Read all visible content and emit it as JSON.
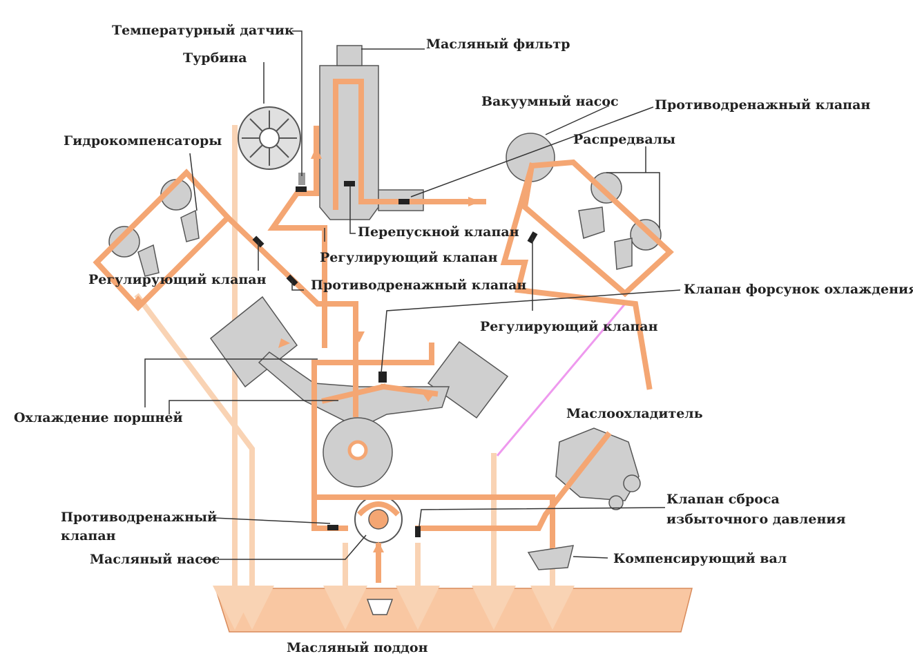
{
  "labels": {
    "temp_sensor": "Температурный датчик",
    "oil_filter": "Масляный фильтр",
    "turbine": "Турбина",
    "vacuum_pump": "Вакуумный насос",
    "anti_drain_valve_top": "Противодренажный клапан",
    "hydro_lifters": "Гидрокомпенсаторы",
    "camshafts": "Распредвалы",
    "bypass_valve": "Перепускной клапан",
    "regulating_valve_center": "Регулирующий клапан",
    "regulating_valve_left": "Регулирующий клапан",
    "anti_drain_valve_mid": "Противодренажный клапан",
    "cooling_nozzle_valve": "Клапан форсунок охлаждения",
    "regulating_valve_right": "Регулирующий клапан",
    "piston_cooling": "Охлаждение поршней",
    "oil_cooler": "Маслоохладитель",
    "anti_drain_valve_low_1": "Противодренажный",
    "anti_drain_valve_low_2": "клапан",
    "relief_valve_1": "Клапан сброса",
    "relief_valve_2": "избыточного давления",
    "oil_pump": "Масляный насос",
    "balance_shaft": "Компенсирующий вал",
    "oil_pan": "Масляный поддон"
  },
  "colors": {
    "pressure_line": "#f4a673",
    "return_line": "#f9d3b4",
    "coolant_line": "#ee99ee",
    "part_fill": "#cfcfcf",
    "oil_pan_fill": "#f9c7a2"
  }
}
